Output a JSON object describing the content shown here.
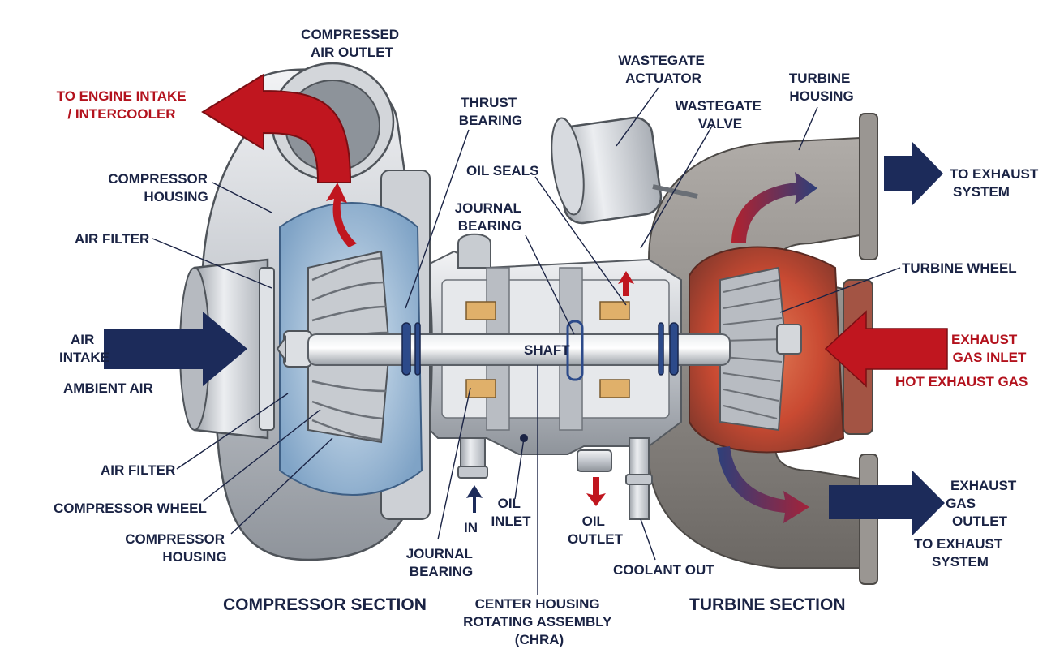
{
  "labels": {
    "compressed_air_outlet": [
      "COMPRESSED",
      "AIR OUTLET"
    ],
    "to_engine_intake": [
      "TO ENGINE INTAKE",
      "/ INTERCOOLER"
    ],
    "compressor_housing_top": [
      "COMPRESSOR",
      "HOUSING"
    ],
    "air_filter_top": "AIR FILTER",
    "air_intake": [
      "AIR",
      "INTAKE"
    ],
    "ambient_air": "AMBIENT AIR",
    "air_filter_bottom": "AIR FILTER",
    "compressor_wheel": "COMPRESSOR WHEEL",
    "compressor_housing_bottom": [
      "COMPRESSOR",
      "HOUSING"
    ],
    "compressor_section": "COMPRESSOR SECTION",
    "thrust_bearing": [
      "THRUST",
      "BEARING"
    ],
    "oil_seals": "OIL SEALS",
    "journal_bearing_top": [
      "JOURNAL",
      "BEARING"
    ],
    "journal_bearing_bottom": [
      "JOURNAL",
      "BEARING"
    ],
    "shaft": "SHAFT",
    "in": "IN",
    "oil_inlet": [
      "OIL",
      "INLET"
    ],
    "oil_outlet": [
      "OIL",
      "OUTLET"
    ],
    "coolant_out": "COOLANT OUT",
    "chra": [
      "CENTER HOUSING",
      "ROTATING ASSEMBLY",
      "(CHRA)"
    ],
    "wastegate_actuator": [
      "WASTEGATE",
      "ACTUATOR"
    ],
    "wastegate_valve": [
      "WASTEGATE",
      "VALVE"
    ],
    "turbine_housing": [
      "TURBINE",
      "HOUSING"
    ],
    "to_exhaust_system_top": [
      "TO EXHAUST",
      "SYSTEM"
    ],
    "turbine_wheel": "TURBINE WHEEL",
    "exhaust_gas_inlet": [
      "EXHAUST",
      "GAS INLET"
    ],
    "hot_exhaust_gas": "HOT EXHAUST GAS",
    "exhaust_gas_outlet": [
      "EXHAUST",
      "GAS",
      "OUTLET"
    ],
    "to_exhaust_system_bottom": [
      "TO EXHAUST",
      "SYSTEM"
    ],
    "turbine_section": "TURBINE SECTION"
  },
  "colors": {
    "navy": "#1c2b5a",
    "red": "#c0161f",
    "label_text": "#1a2344",
    "metal": "#c9ccd1",
    "cast_iron": "#8e8a86",
    "bearing": "#d9a85f",
    "hot_glow": "#c94a32"
  }
}
